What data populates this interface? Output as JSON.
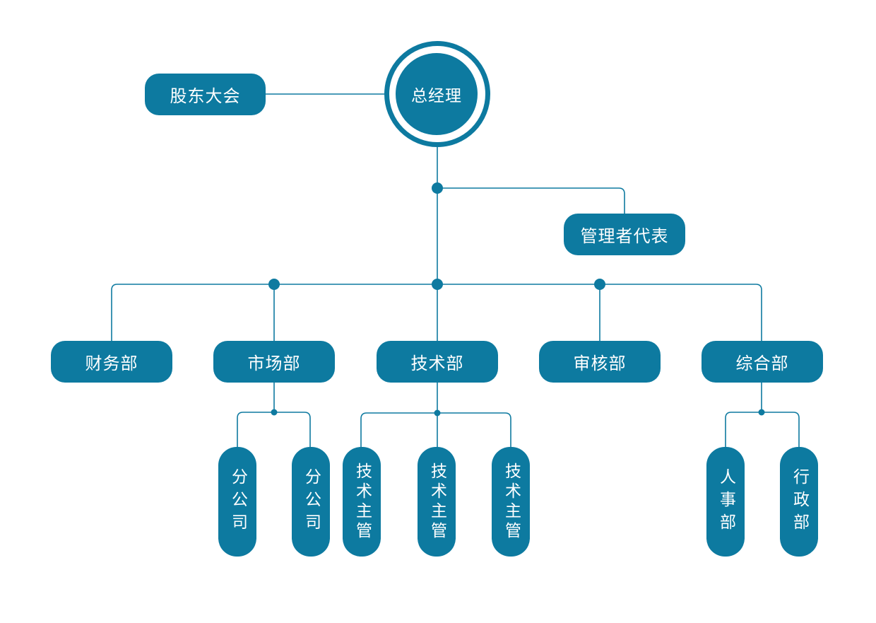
{
  "diagram": {
    "root": "总经理",
    "shareholders": "股东大会",
    "management_rep": "管理者代表",
    "departments": [
      "财务部",
      "市场部",
      "技术部",
      "审核部",
      "综合部"
    ],
    "market_children": [
      "分公司",
      "分公司"
    ],
    "tech_children": [
      "技术主管",
      "技术主管",
      "技术主管"
    ],
    "general_children": [
      "人事部",
      "行政部"
    ]
  },
  "colors": {
    "primary": "#0d7aa0",
    "line": "#0e7aa0",
    "text": "#ffffff"
  }
}
